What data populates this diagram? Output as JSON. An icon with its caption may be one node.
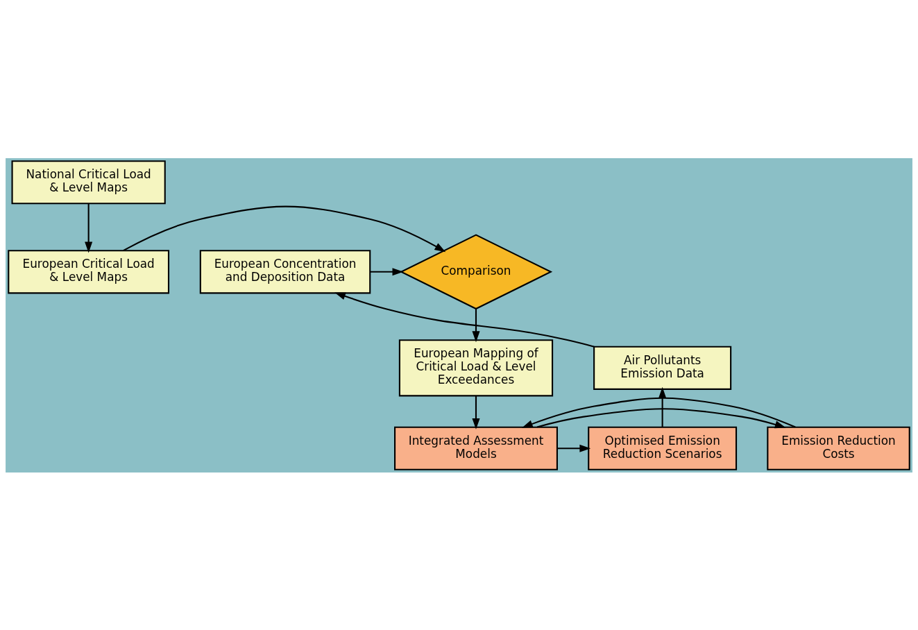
{
  "diagram": {
    "nodes": [
      {
        "text": [
          "National Critical Load & Level Maps"
        ]
      },
      {
        "text": [
          "European Critical Load & Level Maps"
        ]
      },
      {
        "text": [
          "Comparison"
        ]
      },
      {
        "text": [
          "European Concentration and Deposition Data"
        ]
      },
      {
        "text": [
          "European Mapping of Critical Load & Level Exceedances"
        ]
      },
      {
        "text": [
          "Air Pollutants Emission Data"
        ]
      },
      {
        "text": [
          "Emission Reduction Costs"
        ]
      },
      {
        "text": [
          "Integrated Assessment Models"
        ]
      },
      {
        "text": [
          "Optimised Emission Reduction Scenarios"
        ]
      }
    ],
    "edges": [
      {
        "from": 0,
        "to": 1,
        "arrow": "to"
      },
      {
        "from": 1,
        "to": 2,
        "arrow": "to"
      },
      {
        "from": 3,
        "to": 2,
        "arrow": "to"
      },
      {
        "from": 2,
        "to": 4,
        "arrow": "to"
      },
      {
        "from": 5,
        "to": 3,
        "arrow": "to"
      },
      {
        "from": 4,
        "to": 7,
        "arrow": "to"
      },
      {
        "from": 7,
        "to": 6,
        "arrow": "to"
      },
      {
        "from": 6,
        "to": 7,
        "arrow": "to"
      },
      {
        "from": 7,
        "to": 8,
        "arrow": "to"
      },
      {
        "from": 8,
        "to": 5,
        "arrow": "to"
      }
    ]
  }
}
